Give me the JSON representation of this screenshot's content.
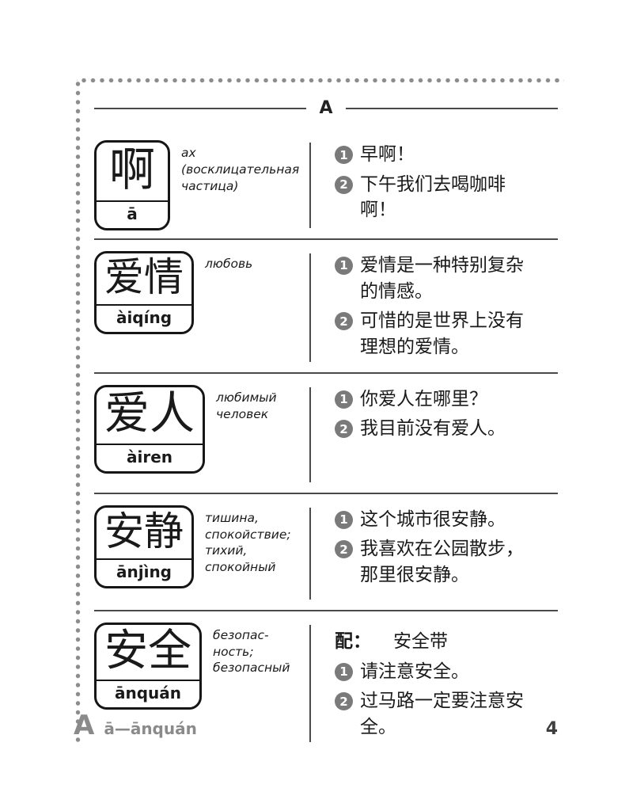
{
  "header": {
    "section_letter": "A"
  },
  "markers": {
    "one": "1",
    "two": "2"
  },
  "entries": [
    {
      "hanzi": "啊",
      "pinyin": "ā",
      "russian": "ах\n(восклицательная\nчастица)",
      "examples": [
        "早啊！",
        "下午我们去喝咖啡啊！"
      ]
    },
    {
      "hanzi": "爱情",
      "pinyin": "àiqíng",
      "russian": "любовь",
      "examples": [
        "爱情是一种特别复杂的情感。",
        "可惜的是世界上没有理想的爱情。"
      ]
    },
    {
      "hanzi": "爱人",
      "pinyin": "àiren",
      "russian": "любимый\nчеловек",
      "examples": [
        "你爱人在哪里？",
        "我目前没有爱人。"
      ]
    },
    {
      "hanzi": "安静",
      "pinyin": "ānjìng",
      "russian": "тишина,\nспокойствие;\nтихий,\nспокойный",
      "examples": [
        "这个城市很安静。",
        "我喜欢在公园散步，那里很安静。"
      ]
    },
    {
      "hanzi": "安全",
      "pinyin": "ānquán",
      "russian": "безопас-\nность;\nбезопасный",
      "collocation": {
        "label": "配：",
        "text": "安全带"
      },
      "examples": [
        "请注意安全。",
        "过马路一定要注意安全。"
      ]
    }
  ],
  "footer": {
    "letter": "A",
    "range": "ā—ānquán",
    "page_number": "4"
  },
  "colors": {
    "marker_background": "#7a7a7a",
    "rule_line": "#4a4a4a",
    "muted_gray": "#8a8a8a"
  }
}
